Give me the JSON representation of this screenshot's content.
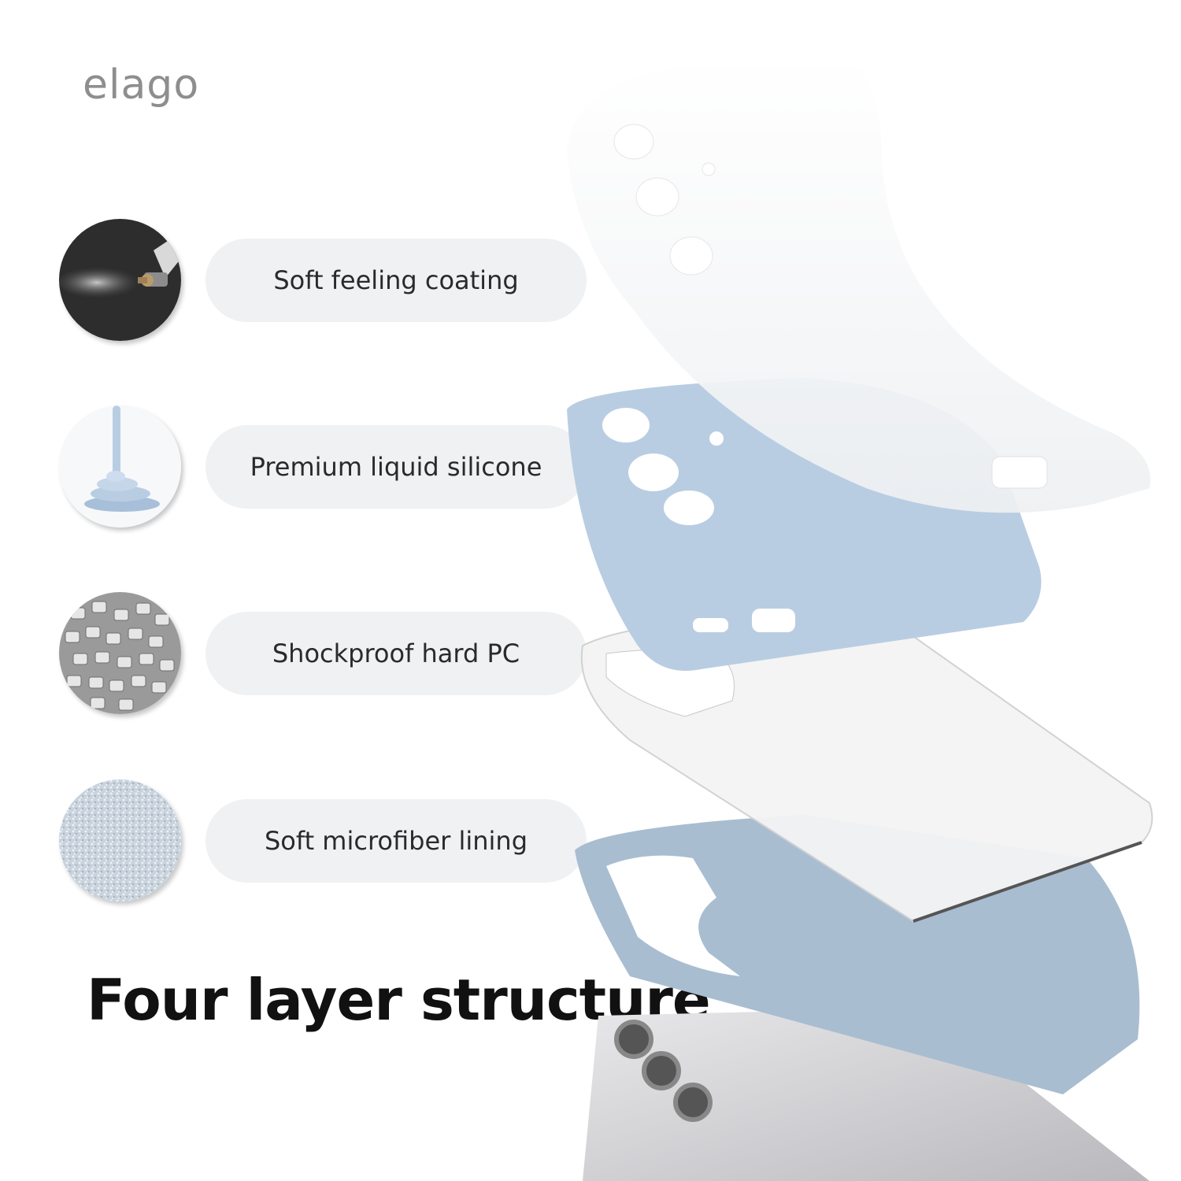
{
  "brand": {
    "logo_text": "elago"
  },
  "features": [
    {
      "label": "Soft feeling coating",
      "icon": "spray-nozzle-icon"
    },
    {
      "label": "Premium liquid silicone",
      "icon": "liquid-silicone-icon"
    },
    {
      "label": "Shockproof hard PC",
      "icon": "pc-pellets-icon"
    },
    {
      "label": "Soft microfiber lining",
      "icon": "microfiber-icon"
    }
  ],
  "headline": "Four layer structure",
  "colors": {
    "pill_background": "#f0f1f3",
    "silicone_blue": "#b9cde2",
    "lining_blue": "#a9bdd1",
    "text_dark": "#111111"
  }
}
